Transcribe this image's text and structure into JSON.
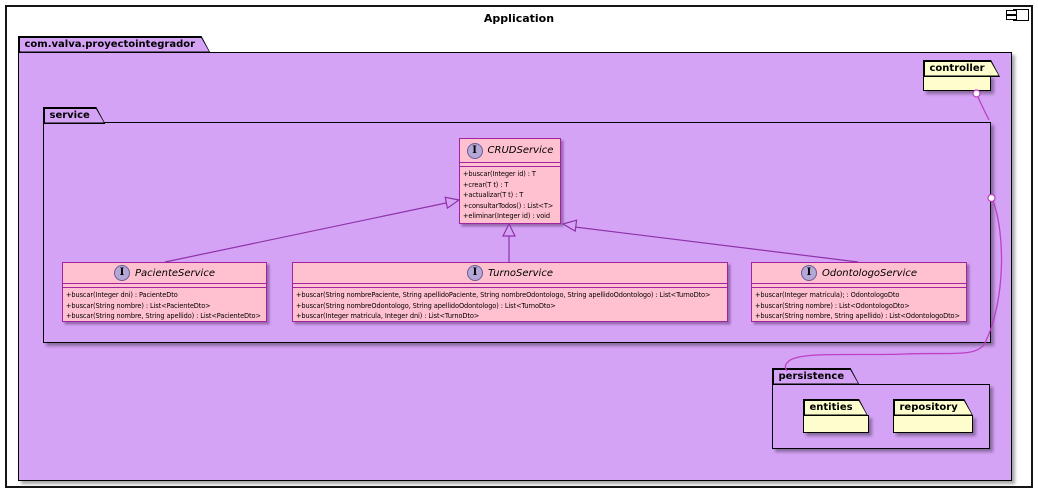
{
  "diagram_title": "Application",
  "root_package": {
    "label": "com.valva.proyectointegrador"
  },
  "service_package": {
    "label": "service"
  },
  "controller_package": {
    "label": "controller"
  },
  "persistence_package": {
    "label": "persistence"
  },
  "entities_package": {
    "label": "entities"
  },
  "repository_package": {
    "label": "repository"
  },
  "interfaces": {
    "crud": {
      "icon_letter": "I",
      "name": "CRUDService",
      "methods": [
        "+buscar(Integer id) : T",
        "+crear(T t) : T",
        "+actualizar(T t) : T",
        "+consultarTodos() : List<T>",
        "+eliminar(Integer id) : void"
      ]
    },
    "paciente": {
      "icon_letter": "I",
      "name": "PacienteService",
      "methods": [
        "+buscar(Integer dni) : PacienteDto",
        "+buscar(String nombre) : List<PacienteDto>",
        "+buscar(String nombre, String apellido) : List<PacienteDto>"
      ]
    },
    "turno": {
      "icon_letter": "I",
      "name": "TurnoService",
      "methods": [
        "+buscar(String nombrePaciente, String apellidoPaciente, String nombreOdontologo, String apellidoOdontologo) : List<TurnoDto>",
        "+buscar(String nombreOdontologo, String apellidoOdontologo) : List<TurnoDto>",
        "+buscar(Integer matricula, Integer dni) : List<TurnoDto>"
      ]
    },
    "odontologo": {
      "icon_letter": "I",
      "name": "OdontologoService",
      "methods": [
        "+buscar(Integer matricula); : OdontologoDto",
        "+buscar(String nombre) : List<OdontologoDto>",
        "+buscar(String nombre, String apellido) : List<OdontologoDto>"
      ]
    }
  },
  "colors": {
    "package_fill": "#D5A3F6",
    "class_fill": "#FFC0CF",
    "class_border": "#A3229F",
    "generalization_edge": "#8E32A8",
    "package_link": "#BC3FC4",
    "small_package_fill": "#FDFDCE",
    "interface_icon_fill": "#B4A7D6"
  }
}
